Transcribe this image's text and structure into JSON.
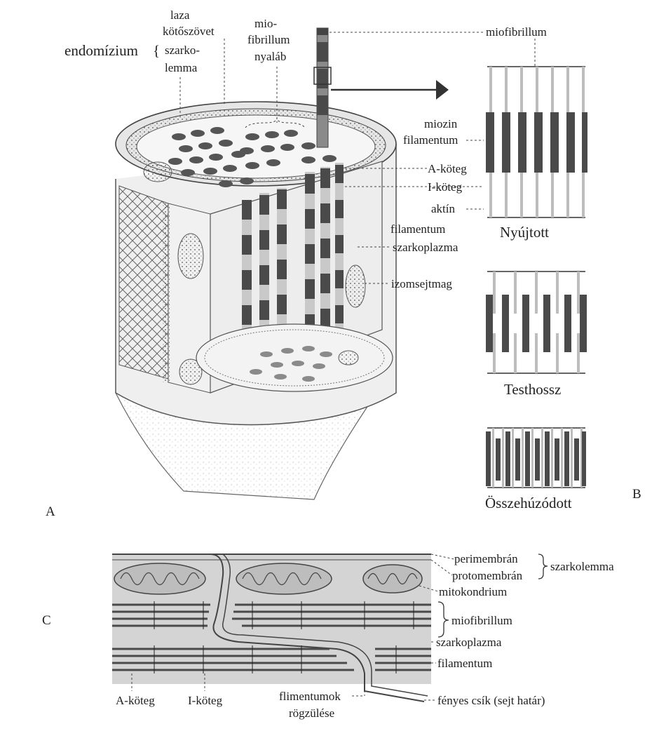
{
  "panels": {
    "a": "A",
    "b": "B",
    "c": "C"
  },
  "labels_a": {
    "laza": "laza",
    "kotoszovet": "kötőszövet",
    "endomizium": "endomízium",
    "szarko": "szarko-",
    "lemma": "lemma",
    "mio": "mio-",
    "fibrillum": "fibrillum",
    "nyalab": "nyaláb",
    "miofibrillum": "miofibrillum",
    "miozin": "miozin",
    "filamentum_m": "filamentum",
    "a_koteg": "A-köteg",
    "i_koteg": "I-köteg",
    "aktin": "aktín",
    "filamentum_a": "filamentum",
    "szarkoplazma": "szarkoplazma",
    "izomsejtmag": "izomsejtmag"
  },
  "labels_b": {
    "nyujtott": "Nyújtott",
    "testhossz": "Testhossz",
    "osszehuzodott": "Összehúzódott"
  },
  "labels_c": {
    "perimembran": "perimembrán",
    "protomembran": "protomembrán",
    "szarkolemma": "szarkolemma",
    "mitokondrium": "mitokondrium",
    "miofibrillum": "miofibrillum",
    "szarkoplazma": "szarkoplazma",
    "filamentum": "filamentum",
    "a_koteg": "A-köteg",
    "i_koteg": "I-köteg",
    "flimentumok": "flimentumok",
    "rogzulese": "rögzülése",
    "fenyes_csik": "fényes csík (sejt határ)"
  }
}
